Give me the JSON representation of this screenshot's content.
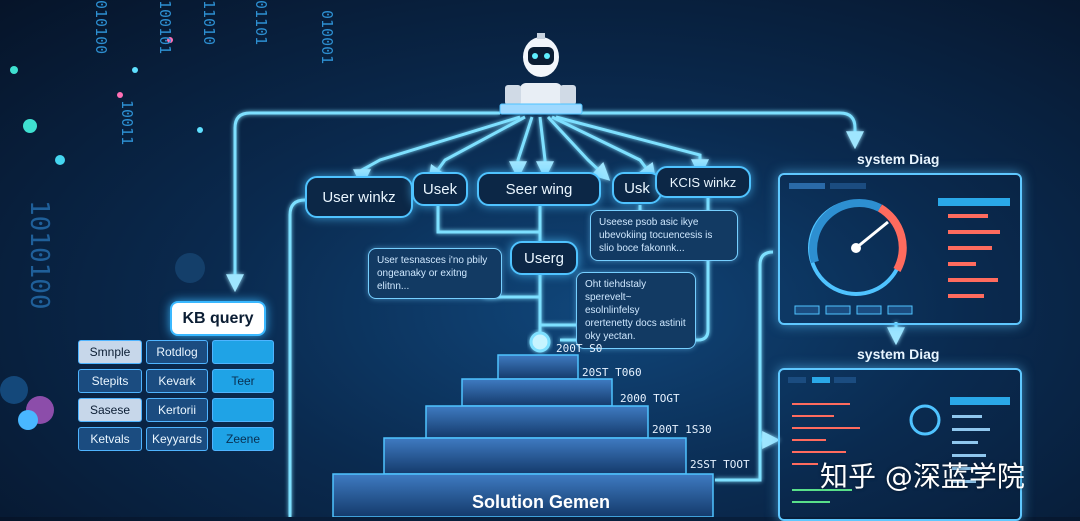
{
  "bubbles": {
    "user_winkz": "User winkz",
    "usek": "Usek",
    "seer_wing": "Seer wing",
    "usk": "Usk",
    "kcis_winkz": "KCIS winkz",
    "userg": "Userg"
  },
  "notes": {
    "note_left": "User tesnasces i'no pbily ongeanaky or exitng elitnn...",
    "note_right_top": "Useese psob asic ikye ubevokiing tocuencesis is slio boce fakonnk...",
    "note_right_mid": "Oht tiehdstaly sperevelt~ esolnlinfelsy orertenetty docs astinit oky yectan."
  },
  "kb": {
    "title": "KB query",
    "rows": [
      [
        "Smnple",
        "Rotdlog",
        ""
      ],
      [
        "Stepits",
        "Kevark",
        "Teer"
      ],
      [
        "Sasese",
        "Kertorii",
        ""
      ],
      [
        "Ketvals",
        "Keyyards",
        "Zeene"
      ]
    ]
  },
  "steps": [
    "200T S0",
    "20ST T060",
    "2000 TOGT",
    "200T 1S30",
    "2SST TOOT"
  ],
  "solution_label": "Solution Gemen",
  "system_diag_top": "system Diag",
  "system_diag_mid": "system Diag",
  "watermark": "知乎 @深蓝学院",
  "binary_columns": [
    "010100",
    "10011",
    "100101",
    "01101",
    "010001",
    "11010"
  ],
  "binary_big": "1010100",
  "colors": {
    "accent": "#4fc3ff",
    "glow": "#7ee0ff",
    "bg": "#0a2a4f",
    "gauge_red": "#ff6b5e"
  }
}
